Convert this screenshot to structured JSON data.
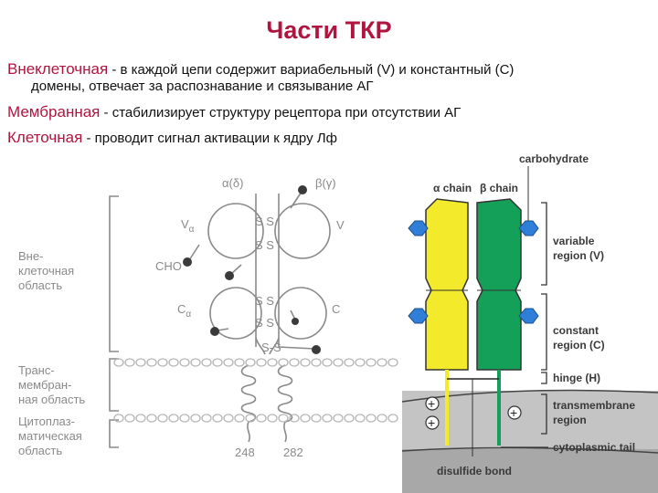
{
  "title": "Части ТКР",
  "parts": [
    {
      "term": "Внеклеточная",
      "desc": " - в каждой цепи содержит вариабельный (V) и константный (С)",
      "desc2": "домены, отвечает за распознавание и связывание АГ"
    },
    {
      "term": "Мембранная",
      "desc": " - стабилизирует структуру рецептора при отсутствии АГ"
    },
    {
      "term": "Клеточная",
      "desc": " - проводит сигнал активации к ядру Лф"
    }
  ],
  "left_diagram": {
    "alpha_label": "α(δ)",
    "beta_label": "β(γ)",
    "v_alpha": "V",
    "v_alpha_sub": "α",
    "v_beta": "V",
    "c_alpha": "C",
    "c_alpha_sub": "α",
    "c_beta": "C",
    "cho": "CHO",
    "ss_label": "S S",
    "interchain_ss": "S-S",
    "residue_alpha": "248",
    "residue_beta": "282",
    "regions": [
      [
        "Вне-",
        "клеточная",
        "область"
      ],
      [
        "Транс-",
        "мембран-",
        "ная область"
      ],
      [
        "Цитоплаз-",
        "матическая",
        "область"
      ]
    ]
  },
  "right_diagram": {
    "alpha_chain": "α chain",
    "beta_chain": "β chain",
    "carbohydrate": "carbohydrate",
    "labels": [
      [
        "variable",
        "region (V)"
      ],
      [
        "constant",
        "region (C)"
      ],
      [
        "hinge (H)"
      ],
      [
        "transmembrane",
        "region"
      ],
      [
        "cytoplasmic tail"
      ]
    ],
    "disulfide": "disulfide bond",
    "plus": "+",
    "colors": {
      "alpha": "#f2ea2a",
      "beta": "#15a05a",
      "carbohydrate": "#2f7fd8",
      "membrane": "#b9b9b9"
    }
  }
}
